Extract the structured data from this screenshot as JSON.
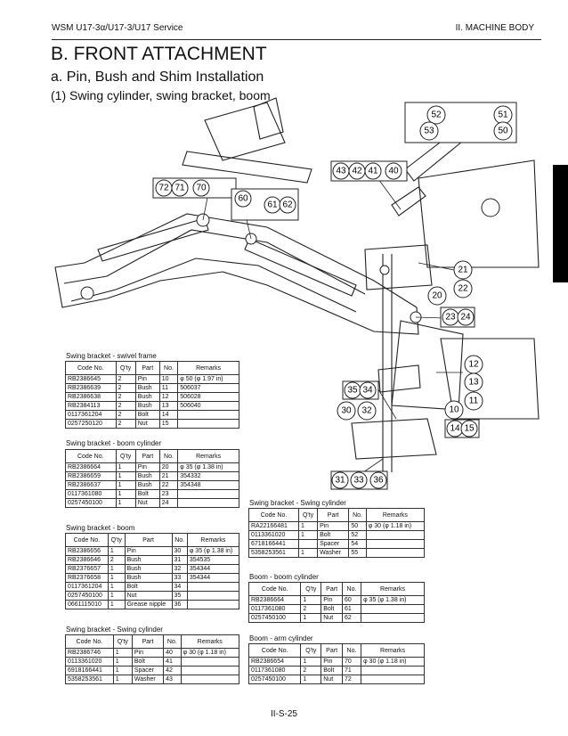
{
  "header": {
    "left": "WSM U17-3α/U17-3/U17 Service",
    "right": "II. MACHINE BODY"
  },
  "title": "B. FRONT ATTACHMENT",
  "subtitle": "a. Pin, Bush and Shim Installation",
  "section": "(1) Swing cylinder, swing bracket, boom",
  "callouts": [
    "52",
    "51",
    "53",
    "50",
    "43",
    "42",
    "41",
    "40",
    "72",
    "71",
    "70",
    "60",
    "61",
    "62",
    "21",
    "22",
    "20",
    "23",
    "24",
    "12",
    "13",
    "11",
    "10",
    "14",
    "15",
    "35",
    "34",
    "30",
    "32",
    "31",
    "33",
    "36"
  ],
  "columns": [
    "Code No.",
    "Q'ty",
    "Part",
    "No.",
    "Remarks"
  ],
  "tables": [
    {
      "caption": "Swing bracket - swivel frame",
      "rows": [
        [
          "RB2386645",
          "2",
          "Pin",
          "10",
          "φ 50 (φ 1.97 in)"
        ],
        [
          "RB2386639",
          "2",
          "Bush",
          "11",
          "506037"
        ],
        [
          "RB2386638",
          "2",
          "Bush",
          "12",
          "506028"
        ],
        [
          "RB2384113",
          "2",
          "Bush",
          "13",
          "506040"
        ],
        [
          "0117361204",
          "2",
          "Bolt",
          "14",
          ""
        ],
        [
          "0257250120",
          "2",
          "Nut",
          "15",
          ""
        ]
      ]
    },
    {
      "caption": "Swing bracket - boom cylinder",
      "rows": [
        [
          "RB2386664",
          "1",
          "Pin",
          "20",
          "φ 35 (φ 1.38 in)"
        ],
        [
          "RB2386659",
          "1",
          "Bush",
          "21",
          "354332"
        ],
        [
          "RB2386637",
          "1",
          "Bush",
          "22",
          "354348"
        ],
        [
          "0117361080",
          "1",
          "Bolt",
          "23",
          ""
        ],
        [
          "0257450100",
          "1",
          "Nut",
          "24",
          ""
        ]
      ]
    },
    {
      "caption": "Swing bracket - boom",
      "rows": [
        [
          "RB2386656",
          "1",
          "Pin",
          "30",
          "φ 35 (φ 1.38 in)"
        ],
        [
          "RB2386646",
          "2",
          "Bush",
          "31",
          "354535"
        ],
        [
          "RB2376657",
          "1",
          "Bush",
          "32",
          "354344"
        ],
        [
          "RB2376658",
          "1",
          "Bush",
          "33",
          "354344"
        ],
        [
          "0117361204",
          "1",
          "Bolt",
          "34",
          ""
        ],
        [
          "0257450100",
          "1",
          "Nut",
          "35",
          ""
        ],
        [
          "0661115010",
          "1",
          "Grease nipple",
          "36",
          ""
        ]
      ]
    },
    {
      "caption": "Swing bracket - Swing cylinder",
      "rows": [
        [
          "RB2386746",
          "1",
          "Pin",
          "40",
          "φ 30 (φ 1.18 in)"
        ],
        [
          "0113361020",
          "1",
          "Bolt",
          "41",
          ""
        ],
        [
          "6918166441",
          "1",
          "Spacer",
          "42",
          ""
        ],
        [
          "5358253561",
          "1",
          "Washer",
          "43",
          ""
        ]
      ]
    },
    {
      "caption": "Swing bracket - Swing cylinder",
      "rows": [
        [
          "RA22166481",
          "1",
          "Pin",
          "50",
          "φ 30 (φ 1.18 in)"
        ],
        [
          "0113361020",
          "1",
          "Bolt",
          "52",
          ""
        ],
        [
          "6718166441",
          "",
          "Spacer",
          "54",
          ""
        ],
        [
          "5358253561",
          "1",
          "Washer",
          "55",
          ""
        ]
      ]
    },
    {
      "caption": "Boom - boom cylinder",
      "rows": [
        [
          "RB2386664",
          "1",
          "Pin",
          "60",
          "φ 35 (φ 1.38 in)"
        ],
        [
          "0117361080",
          "2",
          "Bolt",
          "61",
          ""
        ],
        [
          "0257450100",
          "1",
          "Nut",
          "62",
          ""
        ]
      ]
    },
    {
      "caption": "Boom - arm cylinder",
      "rows": [
        [
          "RB2386654",
          "1",
          "Pin",
          "70",
          "φ 30 (φ 1.18 in)"
        ],
        [
          "0117361080",
          "2",
          "Bolt",
          "71",
          ""
        ],
        [
          "0257450100",
          "1",
          "Nut",
          "72",
          ""
        ]
      ]
    }
  ],
  "footer": "II-S-25"
}
